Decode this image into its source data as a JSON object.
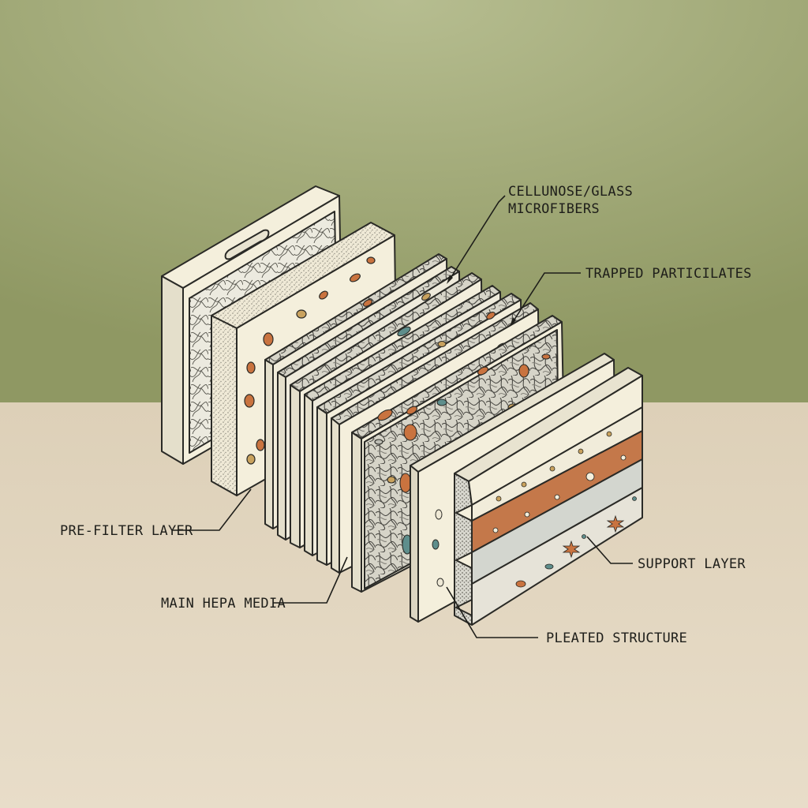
{
  "diagram": {
    "labels": {
      "microfibers_line1": "CELLUNOSE/GLASS",
      "microfibers_line2": "MICROFIBERS",
      "trapped": "TRAPPED PARTICILATES",
      "prefilter": "PRE-FILTER LAYER",
      "hepa": "MAIN HEPA MEDIA",
      "support": "SUPPORT LAYER",
      "pleated": "PLEATED STRUCTURE"
    },
    "colors": {
      "background_top": "#a9b283",
      "background_bottom": "#e6dac5",
      "panel_cream": "#f4efdc",
      "particle_orange": "#c9733f",
      "particle_teal": "#5e8e8c",
      "particle_tan": "#c9a25e",
      "band_copper": "#c4784a",
      "band_grey": "#d3d6cf"
    }
  }
}
